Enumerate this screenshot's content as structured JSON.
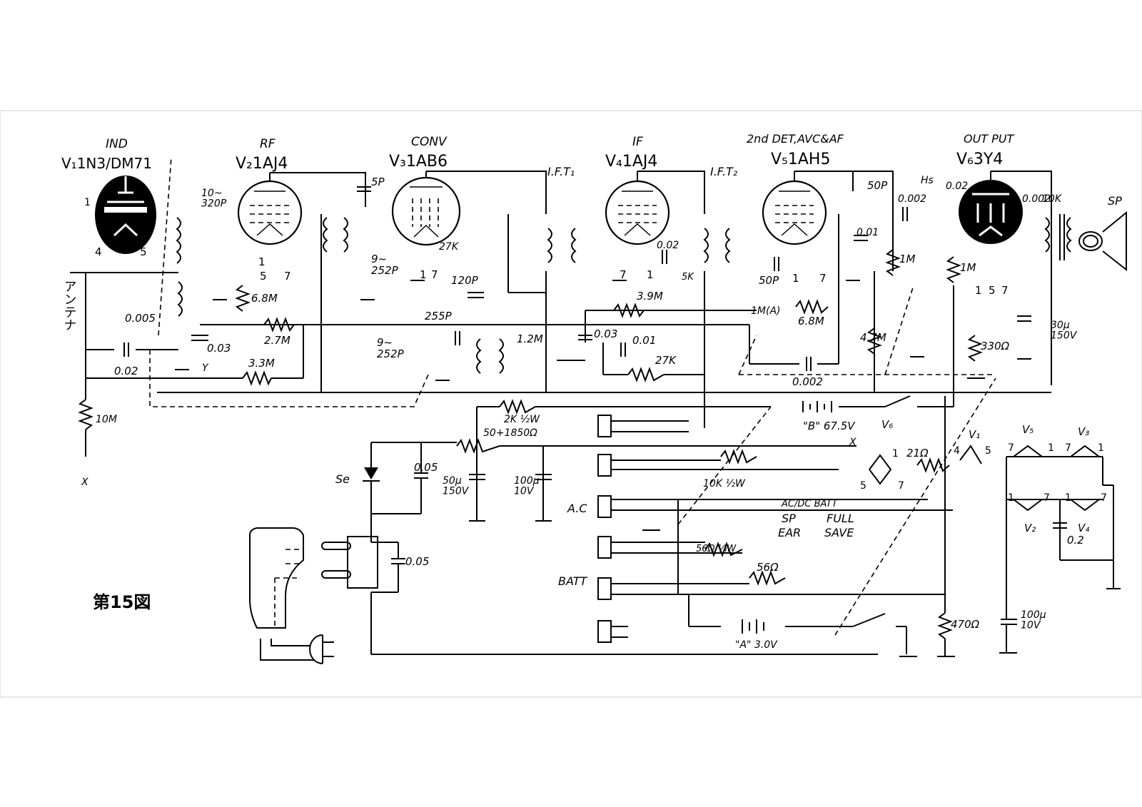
{
  "figure_label": "第15図",
  "tubes": [
    {
      "role": "IND",
      "designation": "V₁1N3/DM71"
    },
    {
      "role": "RF",
      "designation": "V₂1AJ4"
    },
    {
      "role": "CONV",
      "designation": "V₃1AB6"
    },
    {
      "role": "IF",
      "designation": "V₄1AJ4"
    },
    {
      "role": "2nd DET,AVC&AF",
      "designation": "V₅1AH5"
    },
    {
      "role": "OUT PUT",
      "designation": "V₆3Y4"
    }
  ],
  "transformers": [
    "I.F.T₁",
    "I.F.T₂"
  ],
  "labels": {
    "antenna": "アンテナ",
    "speaker": "SP",
    "ac": "A.C",
    "batt": "BATT",
    "b_battery": "\"B\" 67.5V",
    "a_battery": "\"A\" 3.0V",
    "switch_modes": "AC/DC BATT",
    "sp": "SP",
    "ear": "EAR",
    "full": "FULL",
    "save": "SAVE",
    "selenium": "Se",
    "x1": "X",
    "x2": "X",
    "y1": "Y",
    "hs": "Hs"
  },
  "components": {
    "c_320p": "10~\n320P",
    "c_5p": "5P",
    "c_252p_a": "9~\n252P",
    "c_252p_b": "9~\n252P",
    "r_27k_a": "27K",
    "c_120p": "120P",
    "c_255p": "255P",
    "r_68m_a": "6.8M",
    "r_27m": "2.7M",
    "r_33m": "3.3M",
    "c_0005": "0.005",
    "c_003_a": "0.03",
    "c_002_a": "0.02",
    "r_10m": "10M",
    "c_002_b": "0.02",
    "r_5k": "5K",
    "r_39m": "3.9M",
    "r_12m": "1.2M",
    "c_003_b": "0.03",
    "c_001": "0.01",
    "r_27k_b": "27K",
    "c_50p_a": "50P",
    "c_50p_b": "50P",
    "r_1m_a": "1M(A)",
    "r_68m_b": "6.8M",
    "r_47m": "4.7M",
    "c_0002_a": "0.002",
    "c_0001": "0.01",
    "c_0002_b": "0.002",
    "c_002_c": "0.02",
    "c_0002_c": "0.002",
    "r_1m_b": "1M",
    "r_1m_c": "1M",
    "r_10k": "10K",
    "r_330": "330Ω",
    "c_30u": "30μ\n150V",
    "r_2k": "2K ½W",
    "r_50_1850": "50+1850Ω",
    "c_005_a": "0.05",
    "c_50u": "50μ\n150V",
    "c_100u_a": "100μ\n10V",
    "c_005_b": "0.05",
    "r_10k_half": "10K ½W",
    "r_21": "21Ω",
    "r_56_quarter": "56Ω ¼W",
    "r_56": "56Ω",
    "r_470": "470Ω",
    "c_02": "0.2",
    "c_100u_b": "100μ\n10V"
  },
  "heater_labels": {
    "v6": "V₆",
    "v1": "V₁",
    "v5": "V₅",
    "v3": "V₃",
    "v2": "V₂",
    "v4": "V₄"
  },
  "pins": {
    "v1_left": "1",
    "v1_b1": "4",
    "v1_b2": "5",
    "v2_b1": "1",
    "v2_b2": "5",
    "v2_b3": "7",
    "v3_b1": "1",
    "v3_b2": "7",
    "v4_b1": "7",
    "v4_b2": "1",
    "v5_b1": "1",
    "v5_b2": "7",
    "v6_b1": "1",
    "v6_b2": "5",
    "v6_b3": "7",
    "v6heater_1": "1",
    "v6heater_5": "5",
    "v6heater_7": "7",
    "v1heater_4": "4",
    "v1heater_5": "5",
    "grid_v5_1": "7",
    "grid_v5_2": "1",
    "grid_v3_1": "7",
    "grid_v3_2": "1",
    "grid_v2_1": "1",
    "grid_v2_2": "7",
    "grid_v4_1": "1",
    "grid_v4_2": "7"
  }
}
